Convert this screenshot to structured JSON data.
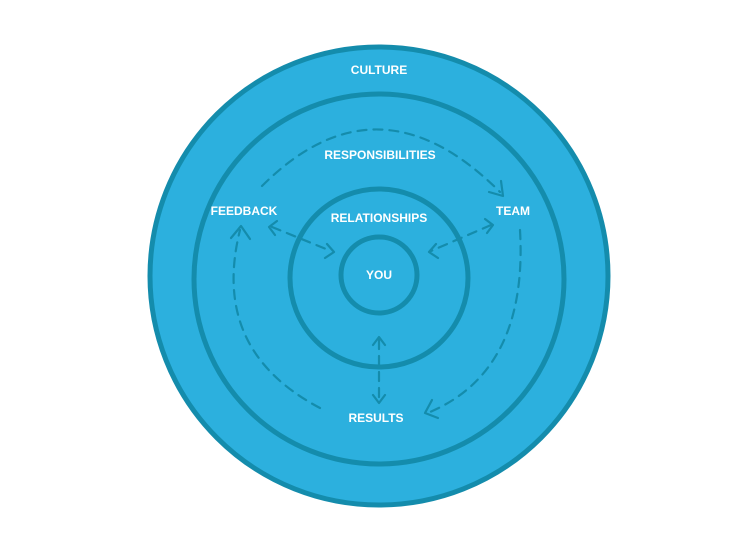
{
  "colors": {
    "fill": "#2cb0de",
    "stroke": "#148cac",
    "text": "#ffffff"
  },
  "labels": {
    "culture": "CULTURE",
    "responsibilities": "RESPONSIBILITIES",
    "relationships": "RELATIONSHIPS",
    "you": "YOU",
    "feedback": "FEEDBACK",
    "team": "TEAM",
    "results": "RESULTS"
  },
  "rings": [
    {
      "name": "culture"
    },
    {
      "name": "responsibilities"
    },
    {
      "name": "relationships"
    },
    {
      "name": "you"
    }
  ]
}
